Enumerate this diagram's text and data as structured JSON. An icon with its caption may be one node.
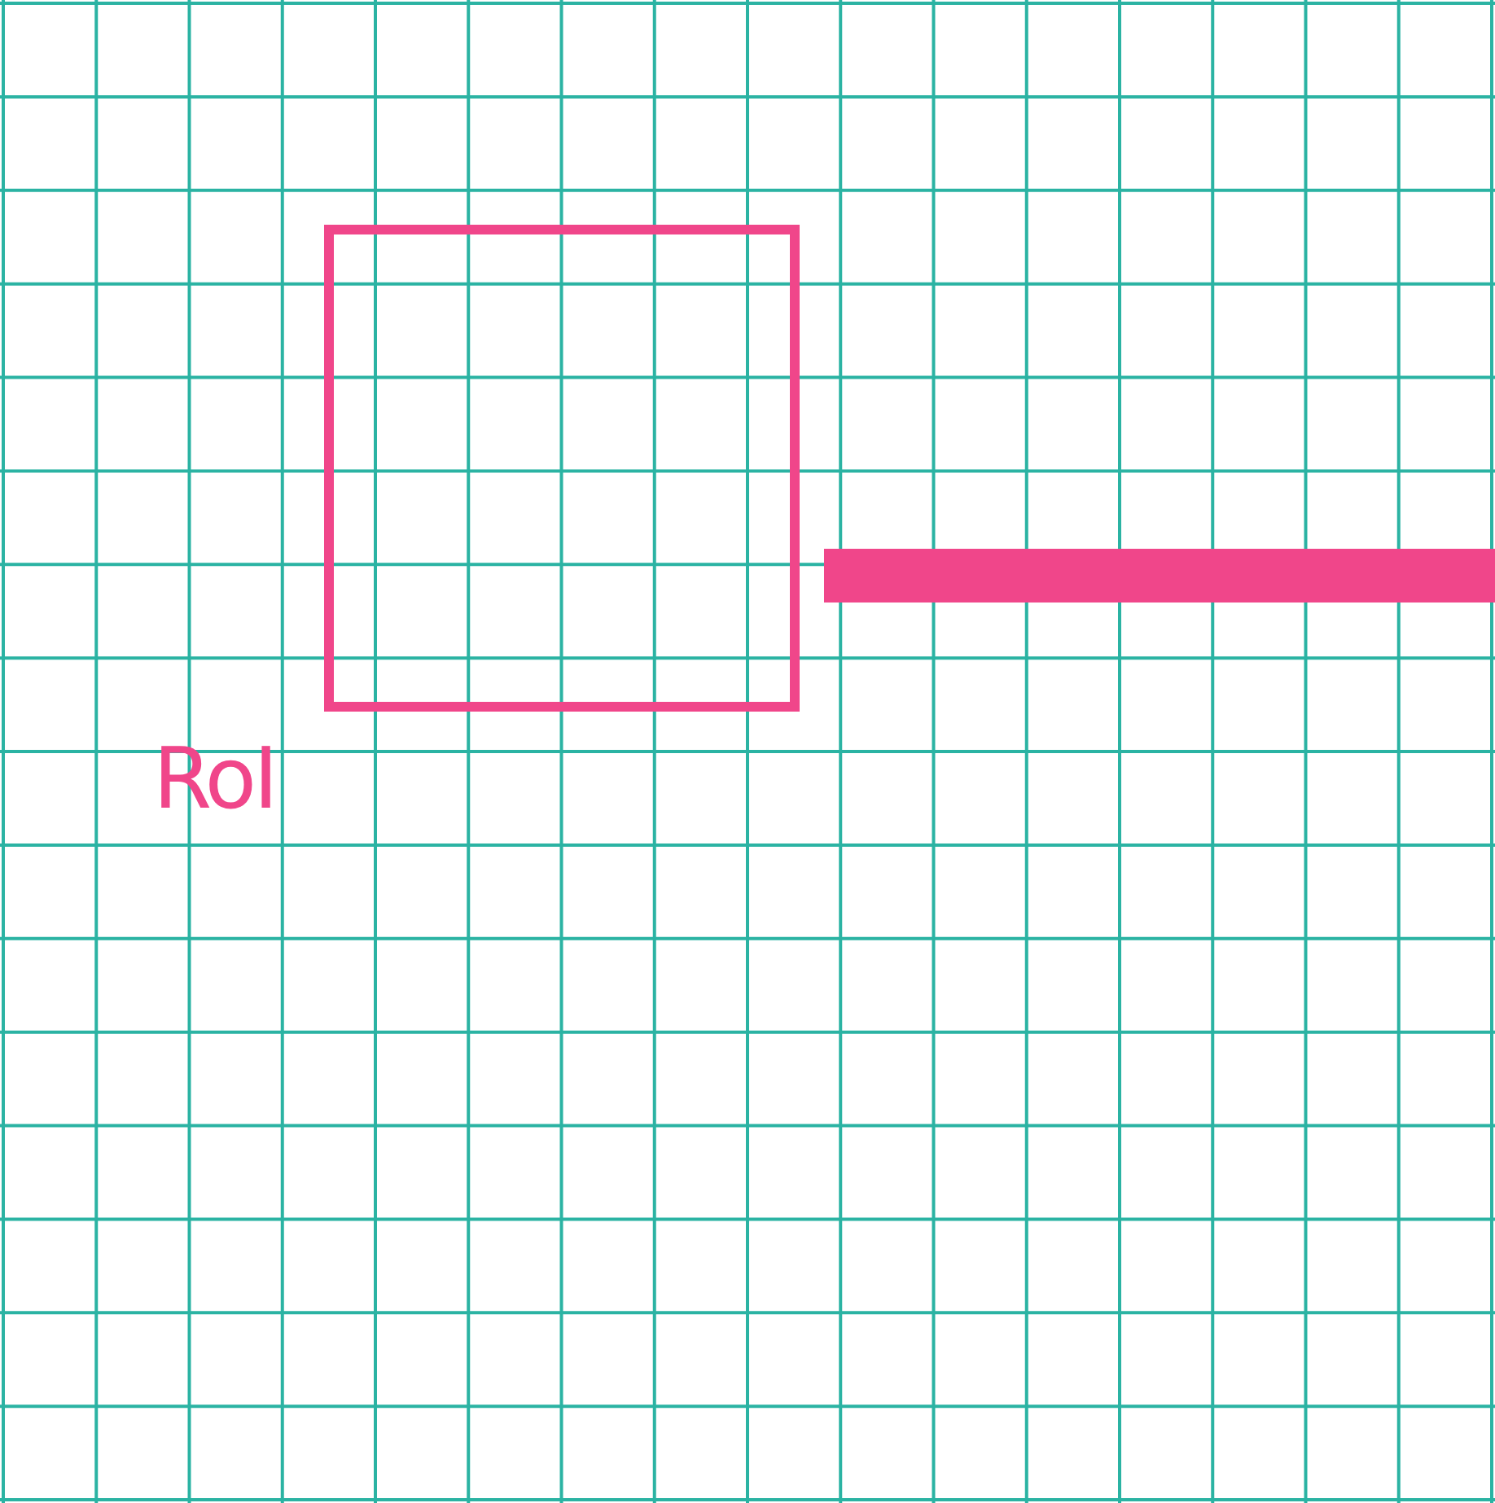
{
  "diagram": {
    "nodes": [
      {
        "text": [],
        "shape": "box",
        "beside": [
          "RoI"
        ]
      },
      {
        "text": [],
        "shape": "bar"
      }
    ]
  }
}
